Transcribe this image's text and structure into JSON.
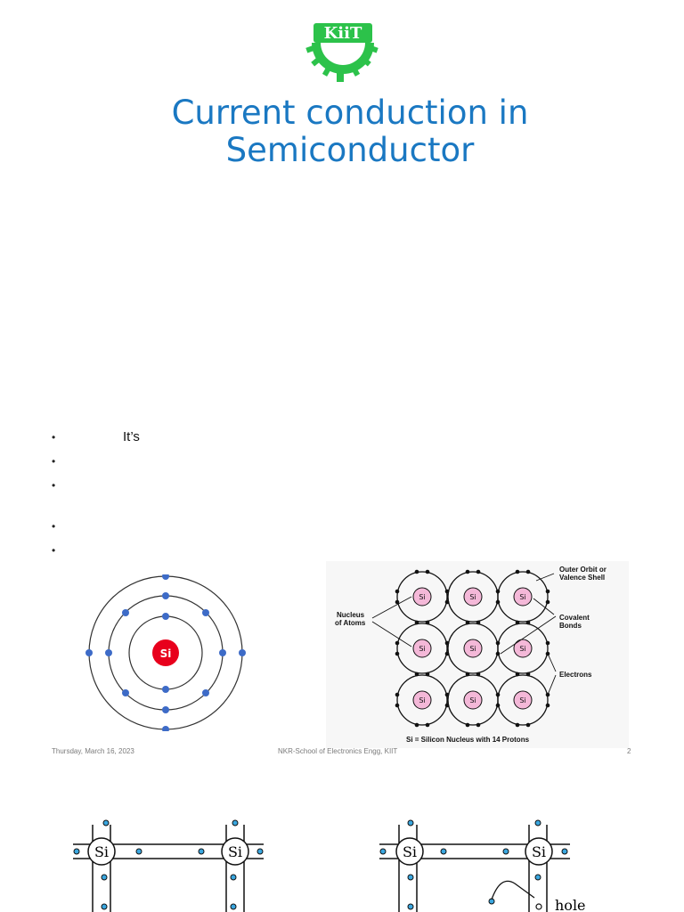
{
  "slide": {
    "logo_text": "KiiT",
    "title_line1": "Current conduction in",
    "title_line2": "Semiconductor",
    "bullets": [
      {
        "marker": "•",
        "text": "It’s"
      },
      {
        "marker": "•",
        "text": ""
      },
      {
        "marker": "•",
        "text": ""
      },
      {
        "marker": "•",
        "text": ""
      },
      {
        "marker": "•",
        "text": ""
      }
    ]
  },
  "atom_diagram": {
    "nucleus_label": "Si",
    "nucleus_color": "#e8001c",
    "electron_color": "#3d6bc7"
  },
  "lattice_diagram": {
    "atom_label": "Si",
    "atom_fill": "#f4b8d8",
    "labels": {
      "outer_orbit_1": "Outer Orbit or",
      "outer_orbit_2": "Valence Shell",
      "nucleus_1": "Nucleus",
      "nucleus_2": "of Atoms",
      "covalent_1": "Covalent",
      "covalent_2": "Bonds",
      "electrons": "Electrons",
      "caption": "Si = Silicon Nucleus with 14 Protons"
    }
  },
  "footer": {
    "date": "Thursday, March 16, 2023",
    "center": "NKR-School of Electronics Engg, KIIT",
    "page": "2"
  },
  "bond_diagram_left": {
    "atom_label": "Si"
  },
  "bond_diagram_right": {
    "atom_label": "Si",
    "hole_label": "hole"
  },
  "colors": {
    "title": "#1a78c2",
    "logo": "#2cc24a",
    "dot": "#3aa7e0"
  }
}
